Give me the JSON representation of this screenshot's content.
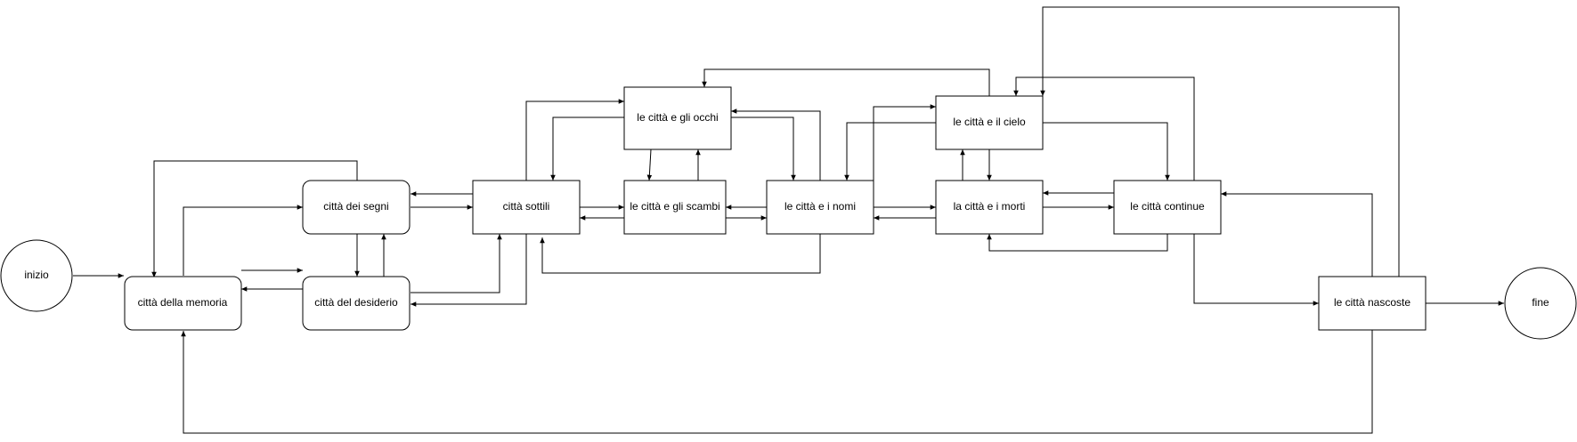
{
  "colors": {
    "stroke": "#000000",
    "fill": "#ffffff",
    "text": "#000000"
  },
  "nodes": {
    "inizio": "inizio",
    "fine": "fine",
    "memoria": "città della memoria",
    "desiderio": "città del desiderio",
    "segni": "città dei segni",
    "sottili": "città sottili",
    "occhi": "le città e gli occhi",
    "scambi": "le città e gli scambi",
    "nomi": "le città e i nomi",
    "cielo": "le città e il cielo",
    "morti": "la città e i morti",
    "continue": "le città continue",
    "nascoste": "le città nascoste"
  }
}
